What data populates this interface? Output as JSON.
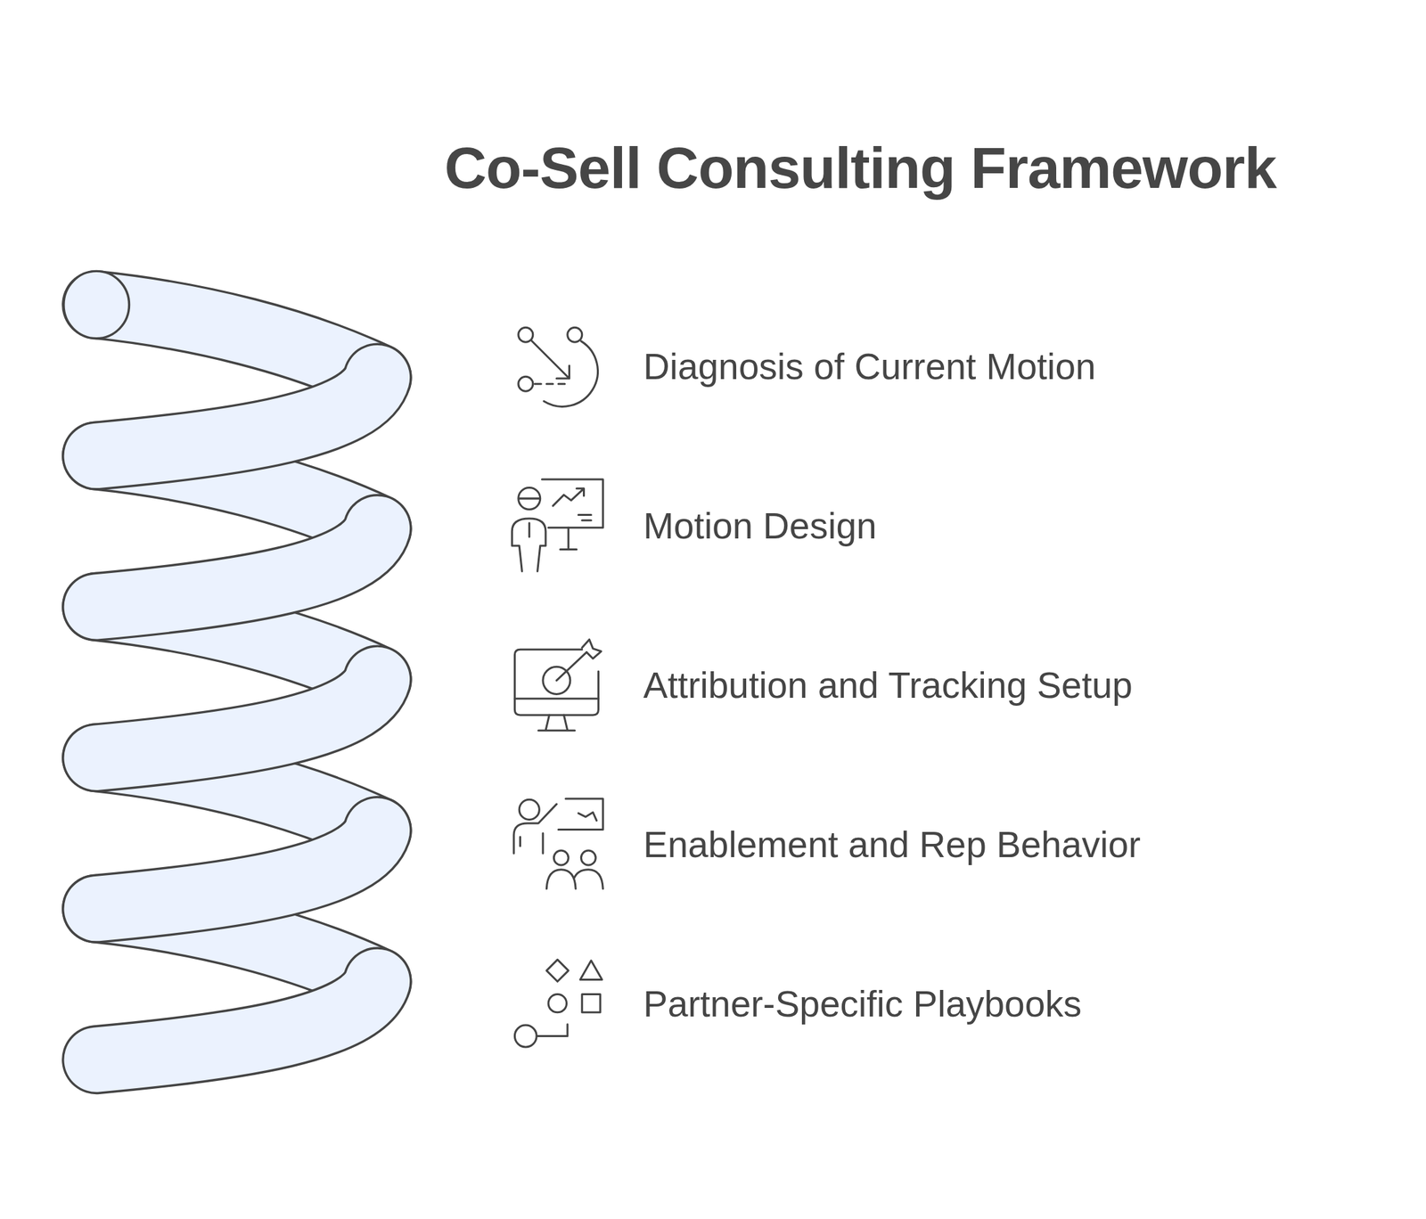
{
  "diagram": {
    "title": "Co-Sell Consulting Framework",
    "labels": [
      "Diagnosis of Current Motion",
      "Motion Design",
      "Attribution and Tracking Setup",
      "Enablement and Rep Behavior",
      "Partner-Specific Playbooks"
    ]
  }
}
